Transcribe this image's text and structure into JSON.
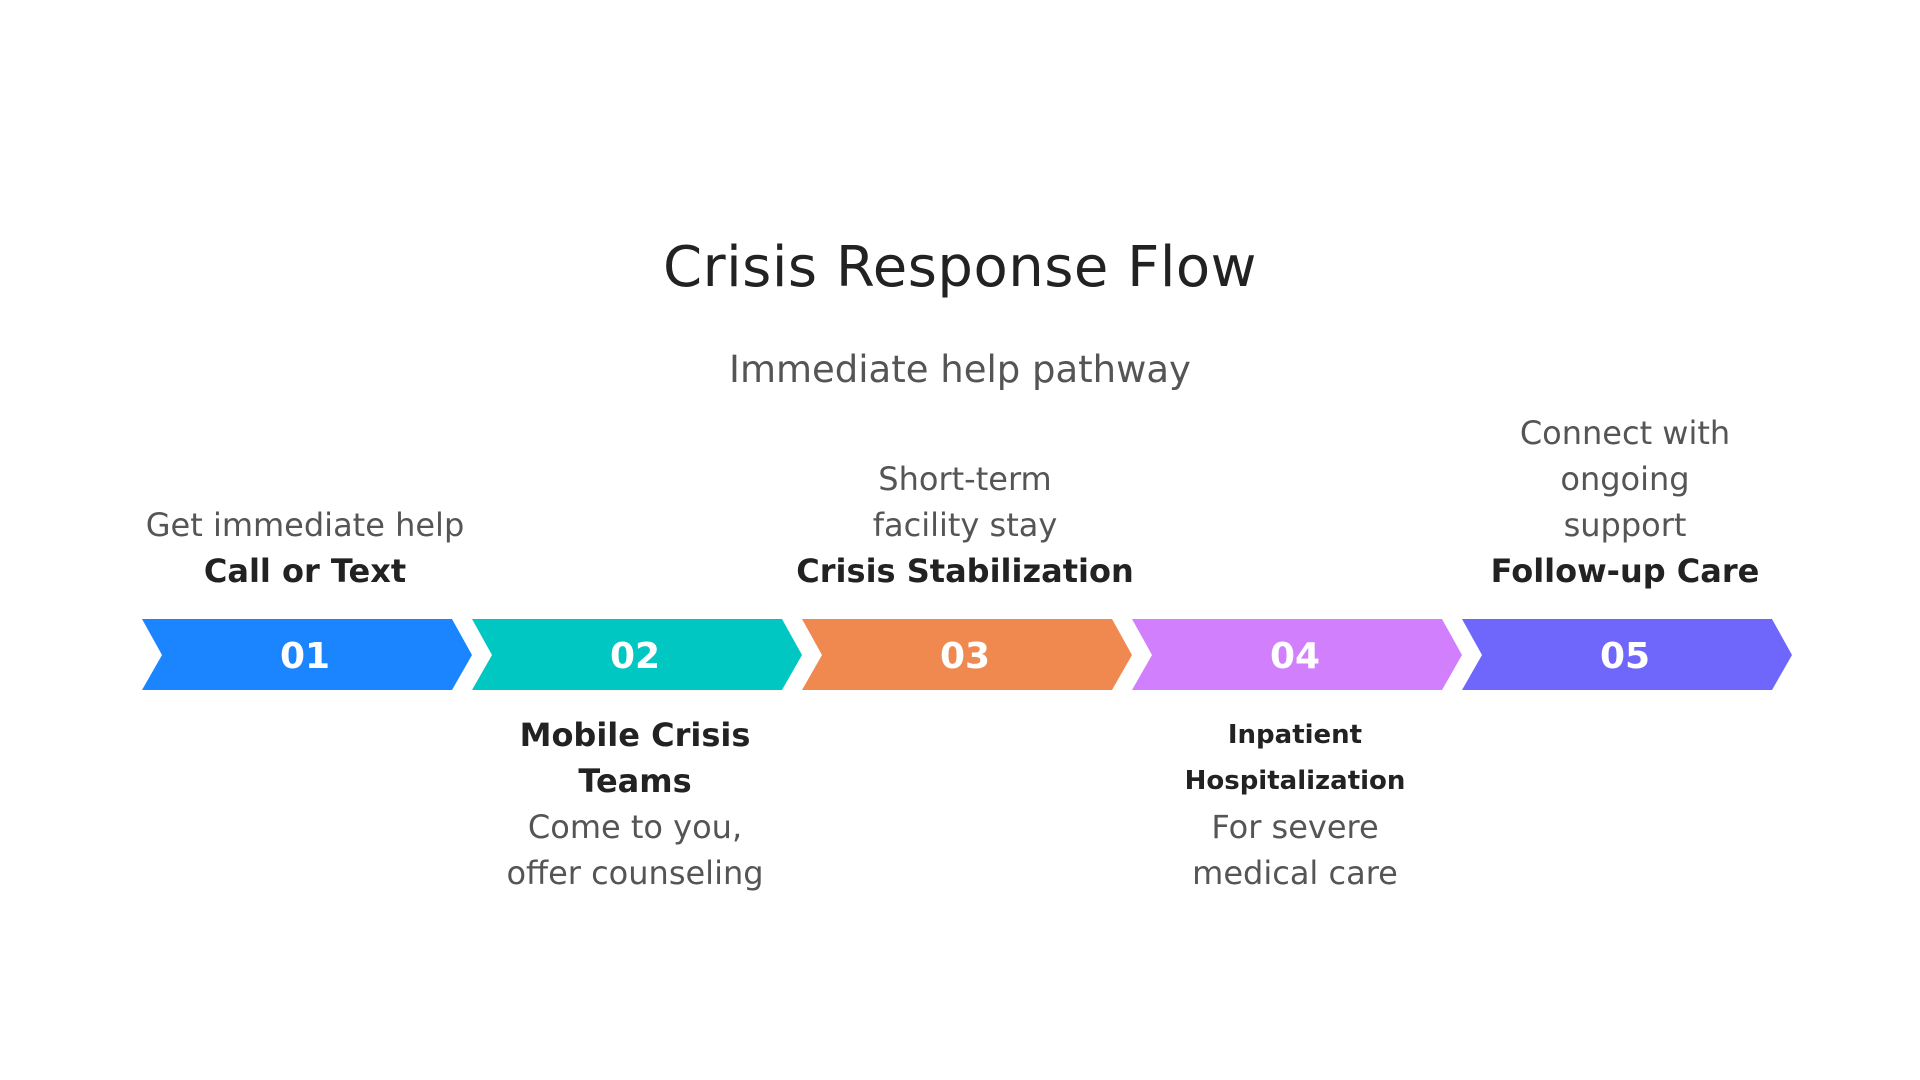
{
  "title": "Crisis Response Flow",
  "subtitle": "Immediate help pathway",
  "steps": [
    {
      "number": "01",
      "heading": "Call or Text",
      "description": "Get immediate help",
      "color": "#1a85ff",
      "position": "above"
    },
    {
      "number": "02",
      "heading": "Mobile Crisis Teams",
      "description": "Come to you, offer counseling",
      "color": "#00c7c2",
      "position": "below"
    },
    {
      "number": "03",
      "heading": "Crisis Stabilization",
      "description": "Short-term facility stay",
      "color": "#f0894f",
      "position": "above"
    },
    {
      "number": "04",
      "heading": "Inpatient Hospitalization",
      "description": "For severe medical care",
      "color": "#d17ffc",
      "position": "below"
    },
    {
      "number": "05",
      "heading": "Follow-up Care",
      "description": "Connect with ongoing support",
      "color": "#6f66fb",
      "position": "above"
    }
  ]
}
